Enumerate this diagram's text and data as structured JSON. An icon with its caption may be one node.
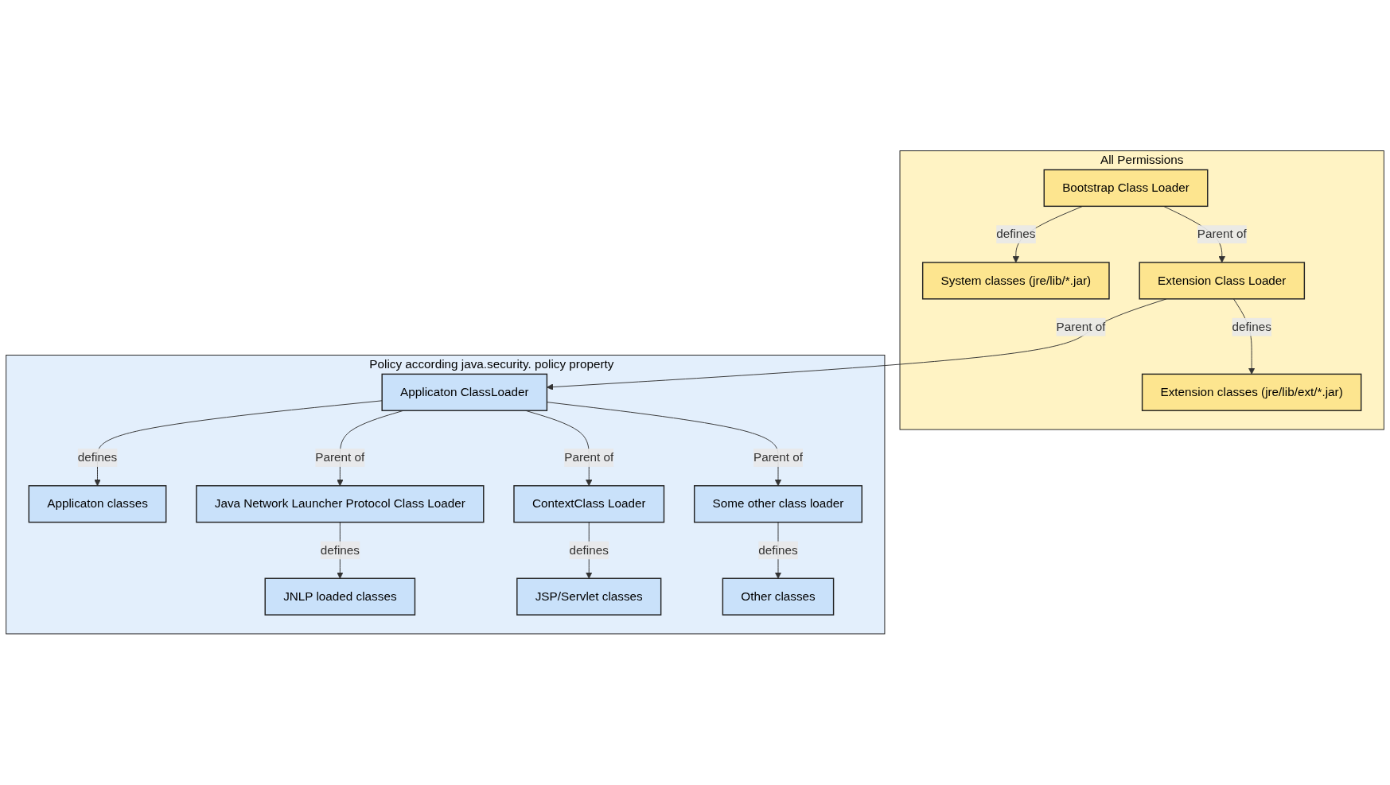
{
  "diagram": {
    "nodes": [
      {
        "text": [
          "All Permissions"
        ]
      },
      {
        "text": [
          "Bootstrap Class Loader"
        ],
        "in": 0
      },
      {
        "text": [
          "System classes (jre/lib/*.jar)"
        ],
        "in": 0
      },
      {
        "text": [
          "Extension Class Loader"
        ],
        "in": 0
      },
      {
        "text": [
          "Extension classes (jre/lib/ext/*.jar)"
        ],
        "in": 0
      },
      {
        "text": [
          "Policy according java.security. policy property"
        ]
      },
      {
        "text": [
          "Applicaton ClassLoader"
        ],
        "in": 5
      },
      {
        "text": [
          "Applicaton classes"
        ],
        "in": 5
      },
      {
        "text": [
          "Java Network Launcher Protocol Class Loader"
        ],
        "in": 5
      },
      {
        "text": [
          "ContextClass Loader"
        ],
        "in": 5
      },
      {
        "text": [
          "Some other class loader"
        ],
        "in": 5
      },
      {
        "text": [
          "JNLP loaded classes"
        ],
        "in": 5
      },
      {
        "text": [
          "JSP/Servlet classes"
        ],
        "in": 5
      },
      {
        "text": [
          "Other classes"
        ],
        "in": 5
      }
    ],
    "edges": [
      {
        "from": 1,
        "to": 2,
        "arrow": "to",
        "label": "defines"
      },
      {
        "from": 1,
        "to": 3,
        "arrow": "to",
        "label": "Parent of"
      },
      {
        "from": 3,
        "to": 4,
        "arrow": "to",
        "label": "defines"
      },
      {
        "from": 3,
        "to": 6,
        "arrow": "to",
        "label": "Parent of"
      },
      {
        "from": 6,
        "to": 7,
        "arrow": "to",
        "label": "defines"
      },
      {
        "from": 6,
        "to": 8,
        "arrow": "to",
        "label": "Parent of"
      },
      {
        "from": 6,
        "to": 9,
        "arrow": "to",
        "label": "Parent of"
      },
      {
        "from": 6,
        "to": 10,
        "arrow": "to",
        "label": "Parent of"
      },
      {
        "from": 8,
        "to": 11,
        "arrow": "to",
        "label": "defines"
      },
      {
        "from": 9,
        "to": 12,
        "arrow": "to",
        "label": "defines"
      },
      {
        "from": 10,
        "to": 13,
        "arrow": "to",
        "label": "defines"
      }
    ]
  }
}
